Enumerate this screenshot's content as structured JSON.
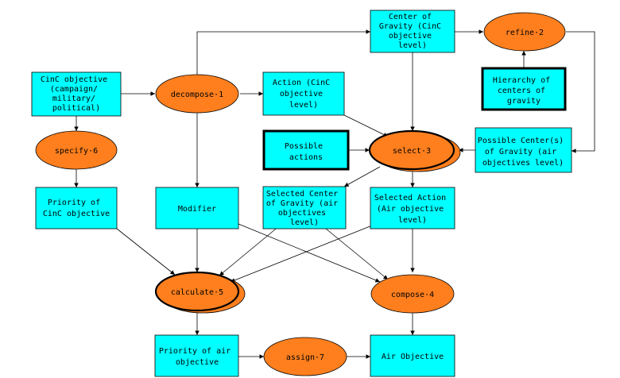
{
  "nodes": {
    "cinc_objective": [
      "CinC objective",
      "(campaign/",
      "military/",
      "political)"
    ],
    "decompose": [
      "decompose·1"
    ],
    "action_cinc": [
      "Action (CinC",
      "objective",
      "level)"
    ],
    "center_gravity_cinc": [
      "Center of",
      "Gravity (CinC",
      "objective",
      "level)"
    ],
    "refine": [
      "refine·2"
    ],
    "hierarchy": [
      "Hierarchy of",
      "centers of",
      "gravity"
    ],
    "specify": [
      "specify·6"
    ],
    "possible_actions": [
      "Possible",
      "actions"
    ],
    "select": [
      "select·3"
    ],
    "possible_centers": [
      "Possible Center(s)",
      "of Gravity (air",
      "objectives level)"
    ],
    "priority_cinc": [
      "Priority of",
      "CinC objective"
    ],
    "modifier": [
      "Modifier"
    ],
    "selected_center": [
      "Selected Center",
      "of Gravity (air",
      "objectives",
      "level)"
    ],
    "selected_action": [
      "Selected Action",
      "(Air objective",
      "level)"
    ],
    "calculate": [
      "calculate·5"
    ],
    "compose": [
      "compose·4"
    ],
    "priority_air": [
      "Priority of air",
      "objective"
    ],
    "assign": [
      "assign·7"
    ],
    "air_objective": [
      "Air Objective"
    ]
  },
  "colors": {
    "process_fill": "#ff7f1e",
    "data_fill": "#00ffff",
    "stroke": "#000000"
  }
}
